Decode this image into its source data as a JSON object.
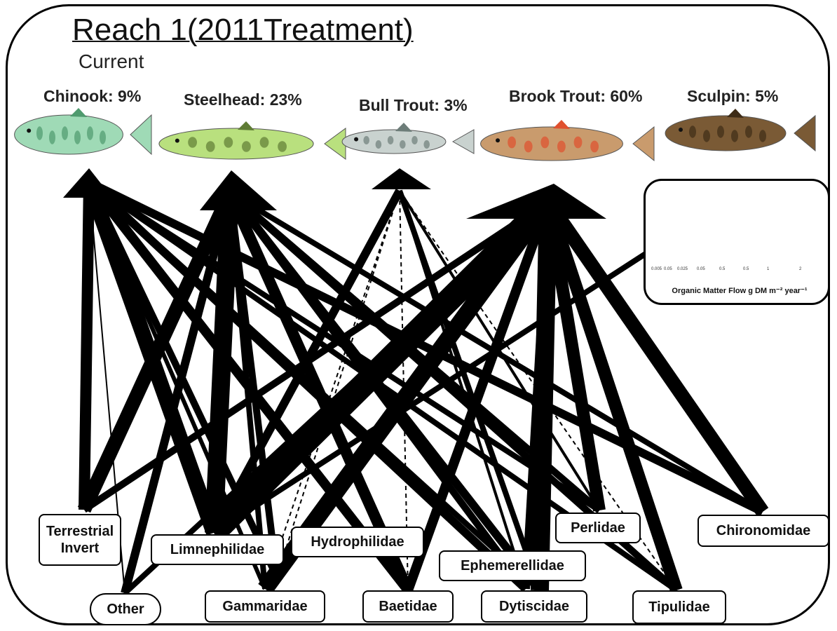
{
  "title": "Reach 1(2011Treatment)",
  "subtitle": "Current",
  "fish": [
    {
      "key": "chinook",
      "label": "Chinook: 9%",
      "body": "#9fdab6",
      "mark": "#4f9a6e"
    },
    {
      "key": "steelhead",
      "label": "Steelhead: 23%",
      "body": "#b9e07e",
      "mark": "#5f7c35"
    },
    {
      "key": "bull-trout",
      "label": "Bull Trout: 3%",
      "body": "#c9d2cf",
      "mark": "#6d7d79"
    },
    {
      "key": "brook-trout",
      "label": "Brook Trout: 60%",
      "body": "#c99b6d",
      "mark": "#e0502e"
    },
    {
      "key": "sculpin",
      "label": "Sculpin: 5%",
      "body": "#7a5a35",
      "mark": "#3e2c17"
    }
  ],
  "prey": [
    {
      "key": "terrestrial-invert",
      "label": "Terrestrial\nInvert"
    },
    {
      "key": "limnephilidae",
      "label": "Limnephilidae"
    },
    {
      "key": "hydrophilidae",
      "label": "Hydrophilidae"
    },
    {
      "key": "perlidae",
      "label": "Perlidae"
    },
    {
      "key": "chironomidae",
      "label": "Chironomidae"
    },
    {
      "key": "ephemerellidae",
      "label": "Ephemerellidae"
    },
    {
      "key": "other",
      "label": "Other"
    },
    {
      "key": "gammaridae",
      "label": "Gammaridae"
    },
    {
      "key": "baetidae",
      "label": "Baetidae"
    },
    {
      "key": "dytiscidae",
      "label": "Dytiscidae"
    },
    {
      "key": "tipulidae",
      "label": "Tipulidae"
    }
  ],
  "legend": {
    "caption": "Organic Matter Flow g DM m⁻² year⁻¹",
    "ticks": [
      "0.005",
      "0.05",
      "0.025",
      "0.05",
      "0.5",
      "0.5",
      "1",
      "2"
    ]
  },
  "colors": {
    "line": "#000000",
    "frame": "#000000"
  },
  "flows": [
    {
      "from": "terrestrial-invert",
      "to": "chinook",
      "w": 16
    },
    {
      "from": "terrestrial-invert",
      "to": "steelhead",
      "w": 20
    },
    {
      "from": "terrestrial-invert",
      "to": "brook-trout",
      "w": 10
    },
    {
      "from": "limnephilidae",
      "to": "chinook",
      "w": 22
    },
    {
      "from": "limnephilidae",
      "to": "steelhead",
      "w": 26
    },
    {
      "from": "limnephilidae",
      "to": "bull-trout",
      "w": 12
    },
    {
      "from": "limnephilidae",
      "to": "brook-trout",
      "w": 34
    },
    {
      "from": "limnephilidae",
      "to": "sculpin",
      "w": 8
    },
    {
      "from": "hydrophilidae",
      "to": "steelhead",
      "w": 10
    },
    {
      "from": "hydrophilidae",
      "to": "brook-trout",
      "w": 16
    },
    {
      "from": "hydrophilidae",
      "to": "chinook",
      "w": 10
    },
    {
      "from": "hydrophilidae",
      "to": "bull-trout",
      "w": 2,
      "dashed": true
    },
    {
      "from": "perlidae",
      "to": "brook-trout",
      "w": 18
    },
    {
      "from": "perlidae",
      "to": "steelhead",
      "w": 10
    },
    {
      "from": "perlidae",
      "to": "chinook",
      "w": 8
    },
    {
      "from": "perlidae",
      "to": "bull-trout",
      "w": 4
    },
    {
      "from": "chironomidae",
      "to": "brook-trout",
      "w": 20
    },
    {
      "from": "chironomidae",
      "to": "chinook",
      "w": 12
    },
    {
      "from": "chironomidae",
      "to": "steelhead",
      "w": 8
    },
    {
      "from": "ephemerellidae",
      "to": "brook-trout",
      "w": 12
    },
    {
      "from": "ephemerellidae",
      "to": "chinook",
      "w": 12
    },
    {
      "from": "ephemerellidae",
      "to": "steelhead",
      "w": 10
    },
    {
      "from": "ephemerellidae",
      "to": "bull-trout",
      "w": 4
    },
    {
      "from": "other",
      "to": "chinook",
      "w": 2
    },
    {
      "from": "other",
      "to": "steelhead",
      "w": 12
    },
    {
      "from": "other",
      "to": "brook-trout",
      "w": 8
    },
    {
      "from": "gammaridae",
      "to": "brook-trout",
      "w": 24
    },
    {
      "from": "gammaridae",
      "to": "steelhead",
      "w": 8
    },
    {
      "from": "gammaridae",
      "to": "chinook",
      "w": 6
    },
    {
      "from": "gammaridae",
      "to": "bull-trout",
      "w": 2,
      "dashed": true
    },
    {
      "from": "baetidae",
      "to": "steelhead",
      "w": 16
    },
    {
      "from": "baetidae",
      "to": "chinook",
      "w": 14
    },
    {
      "from": "baetidae",
      "to": "bull-trout",
      "w": 2,
      "dashed": true
    },
    {
      "from": "baetidae",
      "to": "brook-trout",
      "w": 14
    },
    {
      "from": "dytiscidae",
      "to": "brook-trout",
      "w": 26
    },
    {
      "from": "dytiscidae",
      "to": "steelhead",
      "w": 12
    },
    {
      "from": "dytiscidae",
      "to": "chinook",
      "w": 8
    },
    {
      "from": "dytiscidae",
      "to": "bull-trout",
      "w": 8
    },
    {
      "from": "tipulidae",
      "to": "brook-trout",
      "w": 18
    },
    {
      "from": "tipulidae",
      "to": "steelhead",
      "w": 10
    },
    {
      "from": "tipulidae",
      "to": "chinook",
      "w": 8
    },
    {
      "from": "tipulidae",
      "to": "bull-trout",
      "w": 2,
      "dashed": true
    }
  ]
}
